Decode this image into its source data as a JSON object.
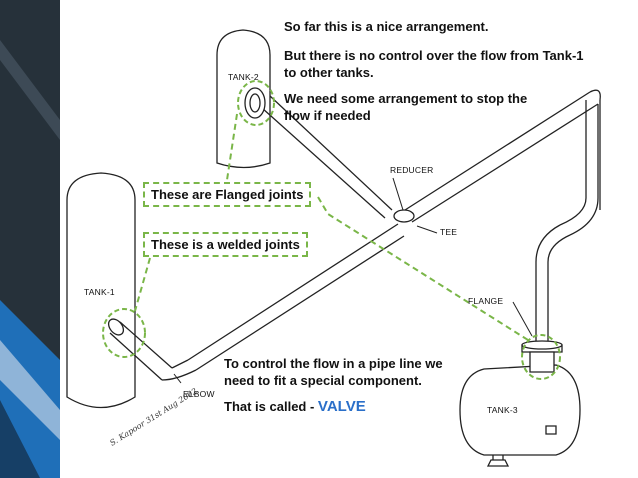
{
  "notes": {
    "line1": "So far this is a nice arrangement.",
    "line2a": "But there is no control over the flow from Tank-1",
    "line2b": "to other tanks.",
    "line3a": "We need some arrangement to stop the",
    "line3b": "flow if needed",
    "bottom1": "To control the flow in a pipe line we",
    "bottom2": "need to fit a special component.",
    "bottom3_prefix": "That is called - ",
    "bottom3_valve": "VALVE"
  },
  "callouts": {
    "flanged": "These are Flanged joints",
    "welded": "These is a welded joints"
  },
  "labels": {
    "tank1": "TANK-1",
    "tank2": "TANK-2",
    "tank3": "TANK-3",
    "reducer": "REDUCER",
    "tee": "TEE",
    "flange": "FLANGE",
    "elbow": "ELBOW"
  },
  "signature": "S. Kapoor 31st Aug 2002",
  "colors": {
    "callout_border": "#7ab648",
    "valve_text": "#2a6fc9",
    "slide_accent_blue": "#1f6fb8",
    "slide_background": "#2f3b46"
  }
}
